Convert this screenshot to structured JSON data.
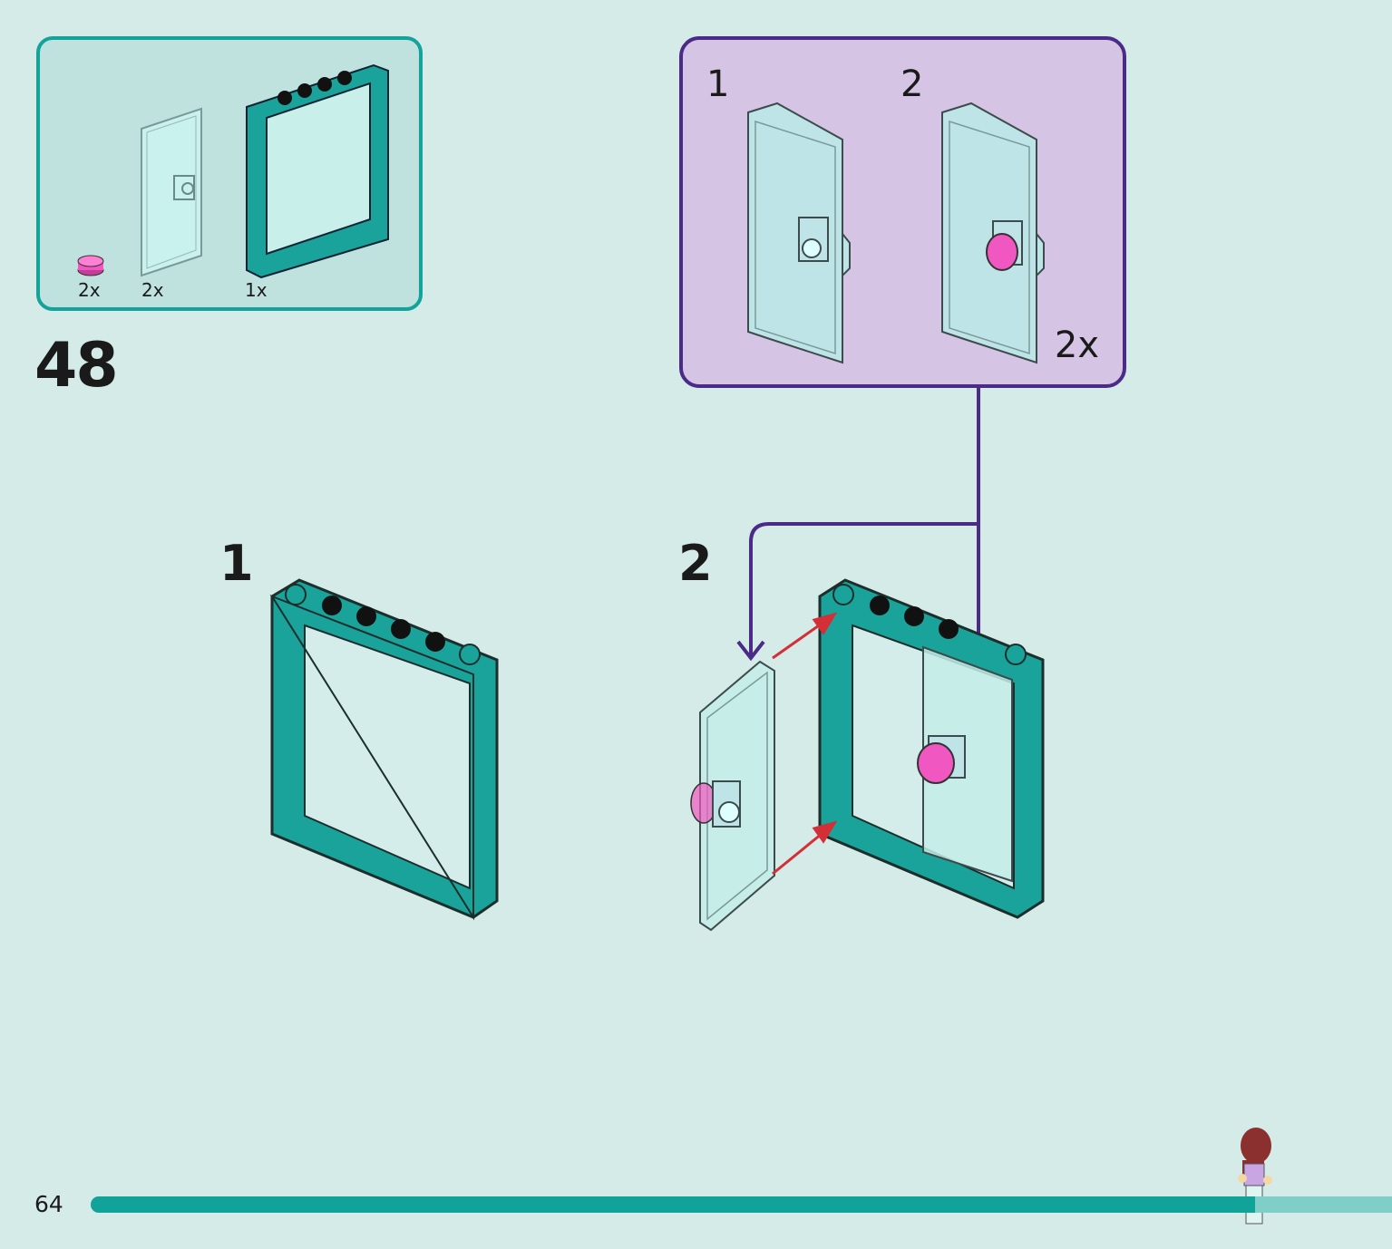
{
  "parts_list": {
    "items": [
      {
        "name": "round-tile-1x1-pink",
        "count": "2x"
      },
      {
        "name": "door-1x4x6-trans-light-blue",
        "count": "2x"
      },
      {
        "name": "window-frame-1x6x6-teal",
        "count": "1x"
      }
    ]
  },
  "step": {
    "number": "48"
  },
  "callout": {
    "step1_label": "1",
    "step2_label": "2",
    "multiplier": "2x"
  },
  "sub_steps": {
    "first": "1",
    "second": "2"
  },
  "footer": {
    "page_number": "64",
    "progress_fraction": 0.895
  },
  "colors": {
    "teal_frame": "#1aa39a",
    "pink_tile": "#f157c0",
    "trans_panel": "#c4ede9",
    "callout_border": "#4b2a88",
    "arrow_red": "#d42e36"
  }
}
